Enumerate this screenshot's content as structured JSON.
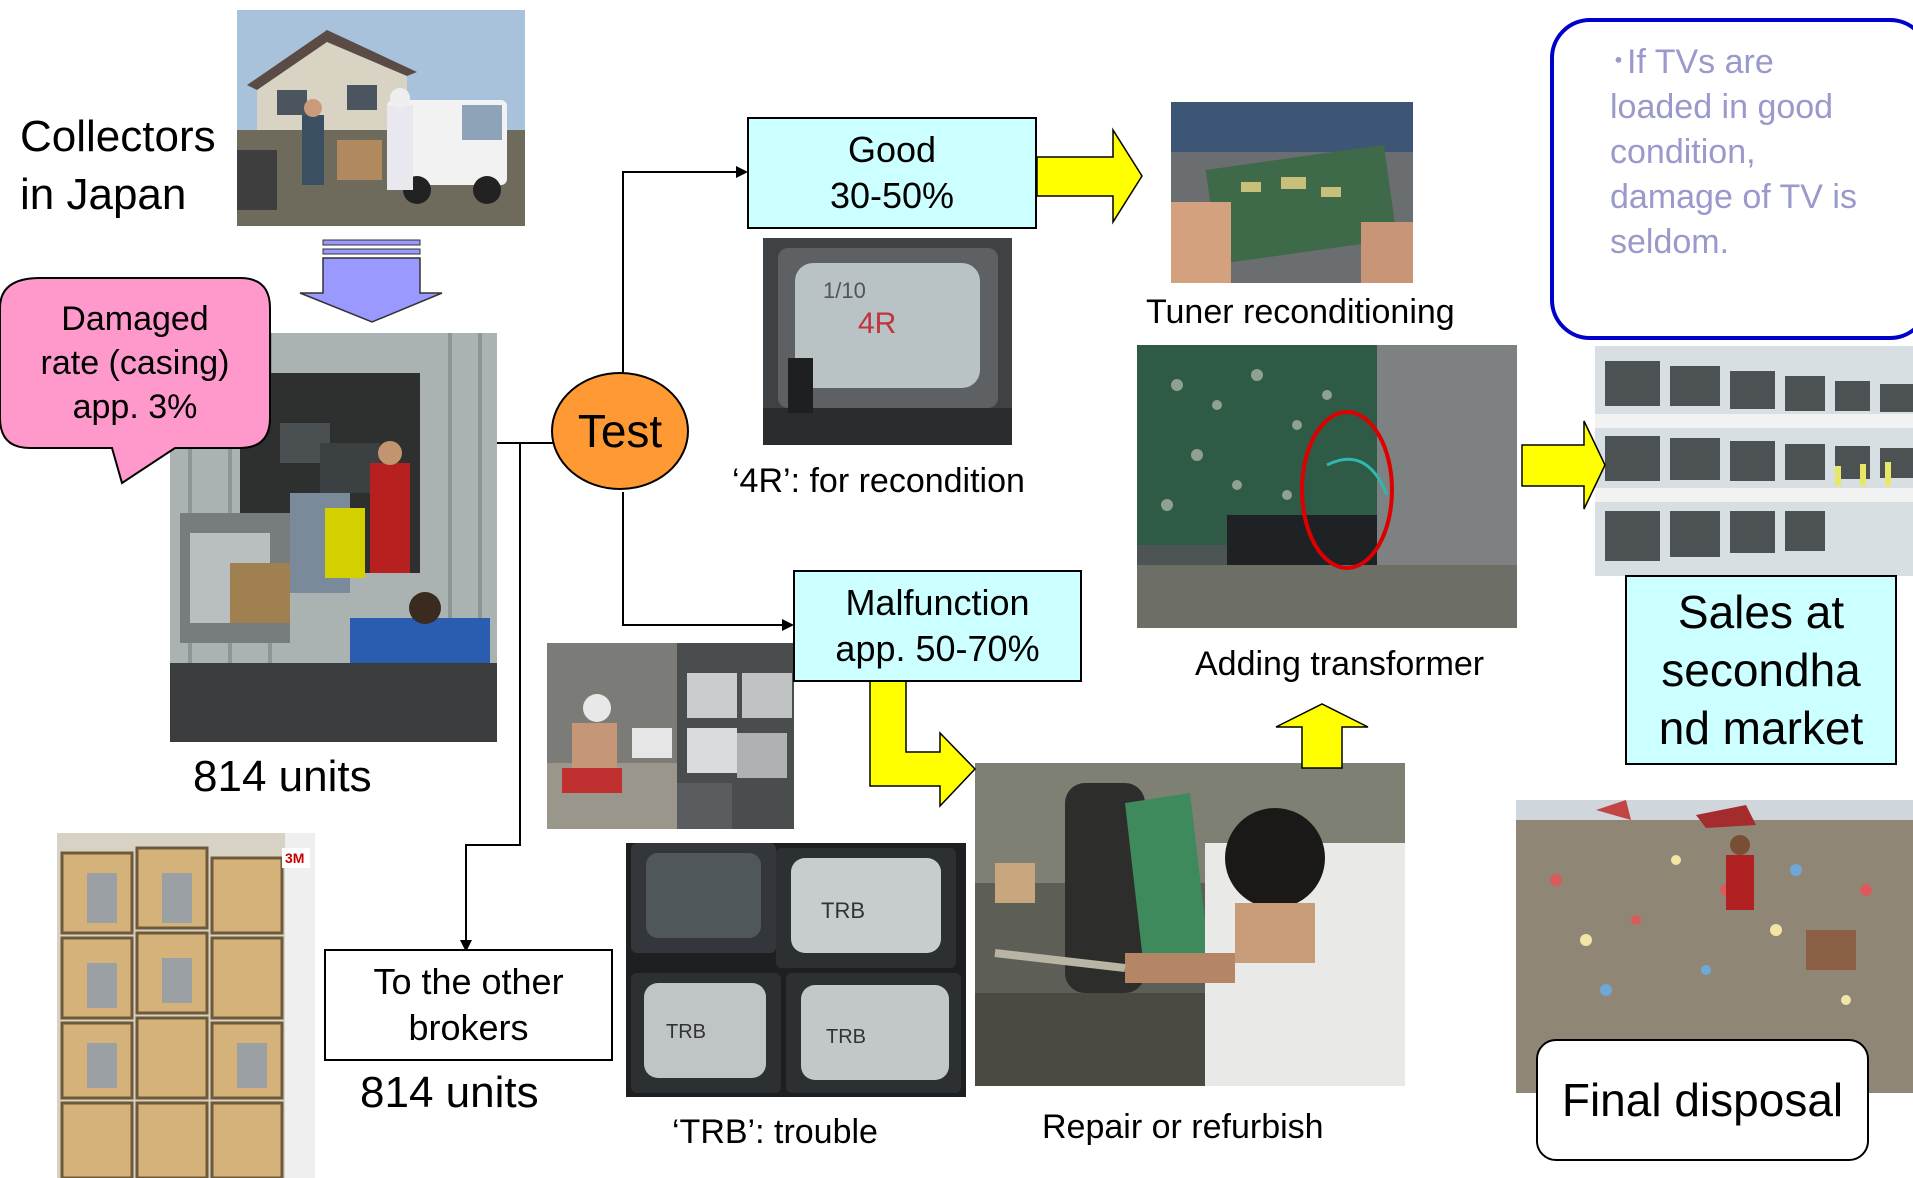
{
  "labels": {
    "collectors_line1": "Collectors",
    "collectors_line2": "in Japan",
    "damaged_line1": "Damaged",
    "damaged_line2": "rate (casing)",
    "damaged_line3": "app. 3%",
    "units_top": "814 units",
    "units_bottom": "814 units",
    "test": "Test",
    "good_line1": "Good",
    "good_line2": "30-50%",
    "recondition_caption": "‘4R’: for recondition",
    "malfunction_line1": "Malfunction",
    "malfunction_line2": "app. 50-70%",
    "trouble_caption": "‘TRB’: trouble",
    "other_brokers_line1": "To the other",
    "other_brokers_line2": "brokers",
    "tuner_caption": "Tuner reconditioning",
    "transformer_caption": "Adding transformer",
    "repair_caption": "Repair or refurbish",
    "note_line1": "･If TVs are",
    "note_line2": "loaded in good",
    "note_line3": "condition,",
    "note_line4": "damage of TV is",
    "note_line5": "seldom.",
    "sales_line1": "Sales at",
    "sales_line2": "secondha",
    "sales_line3": "nd market",
    "final_disposal": "Final disposal",
    "tv_4r_mark": "4R",
    "tv_trb_mark": "TRB"
  },
  "colors": {
    "cyan_box": "#ccffff",
    "test_circle": "#ff9933",
    "damaged_callout": "#ff99cc",
    "yellow_arrow": "#ffff00",
    "lavender_arrow": "#9999ff",
    "note_border": "#0000cc",
    "note_text": "#9999cc",
    "red_marker": "#dd0000"
  }
}
